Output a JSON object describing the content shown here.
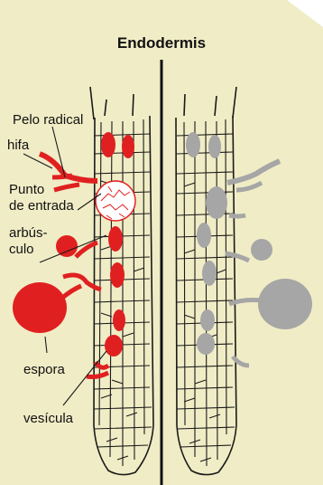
{
  "title": "Endodermis",
  "labels": {
    "root_hair": "Pelo radical",
    "hypha": "hifa",
    "entry_point_line1": "Punto",
    "entry_point_line2": "de entrada",
    "arbuscule_line1": "arbús-",
    "arbuscule_line2": "culo",
    "spore": "espora",
    "vesicle": "vesícula"
  },
  "colors": {
    "background": "#f0ecc6",
    "fungus": "#e02020",
    "fungus_gray": "#a6a6a6",
    "ink": "#1a1a1a"
  }
}
